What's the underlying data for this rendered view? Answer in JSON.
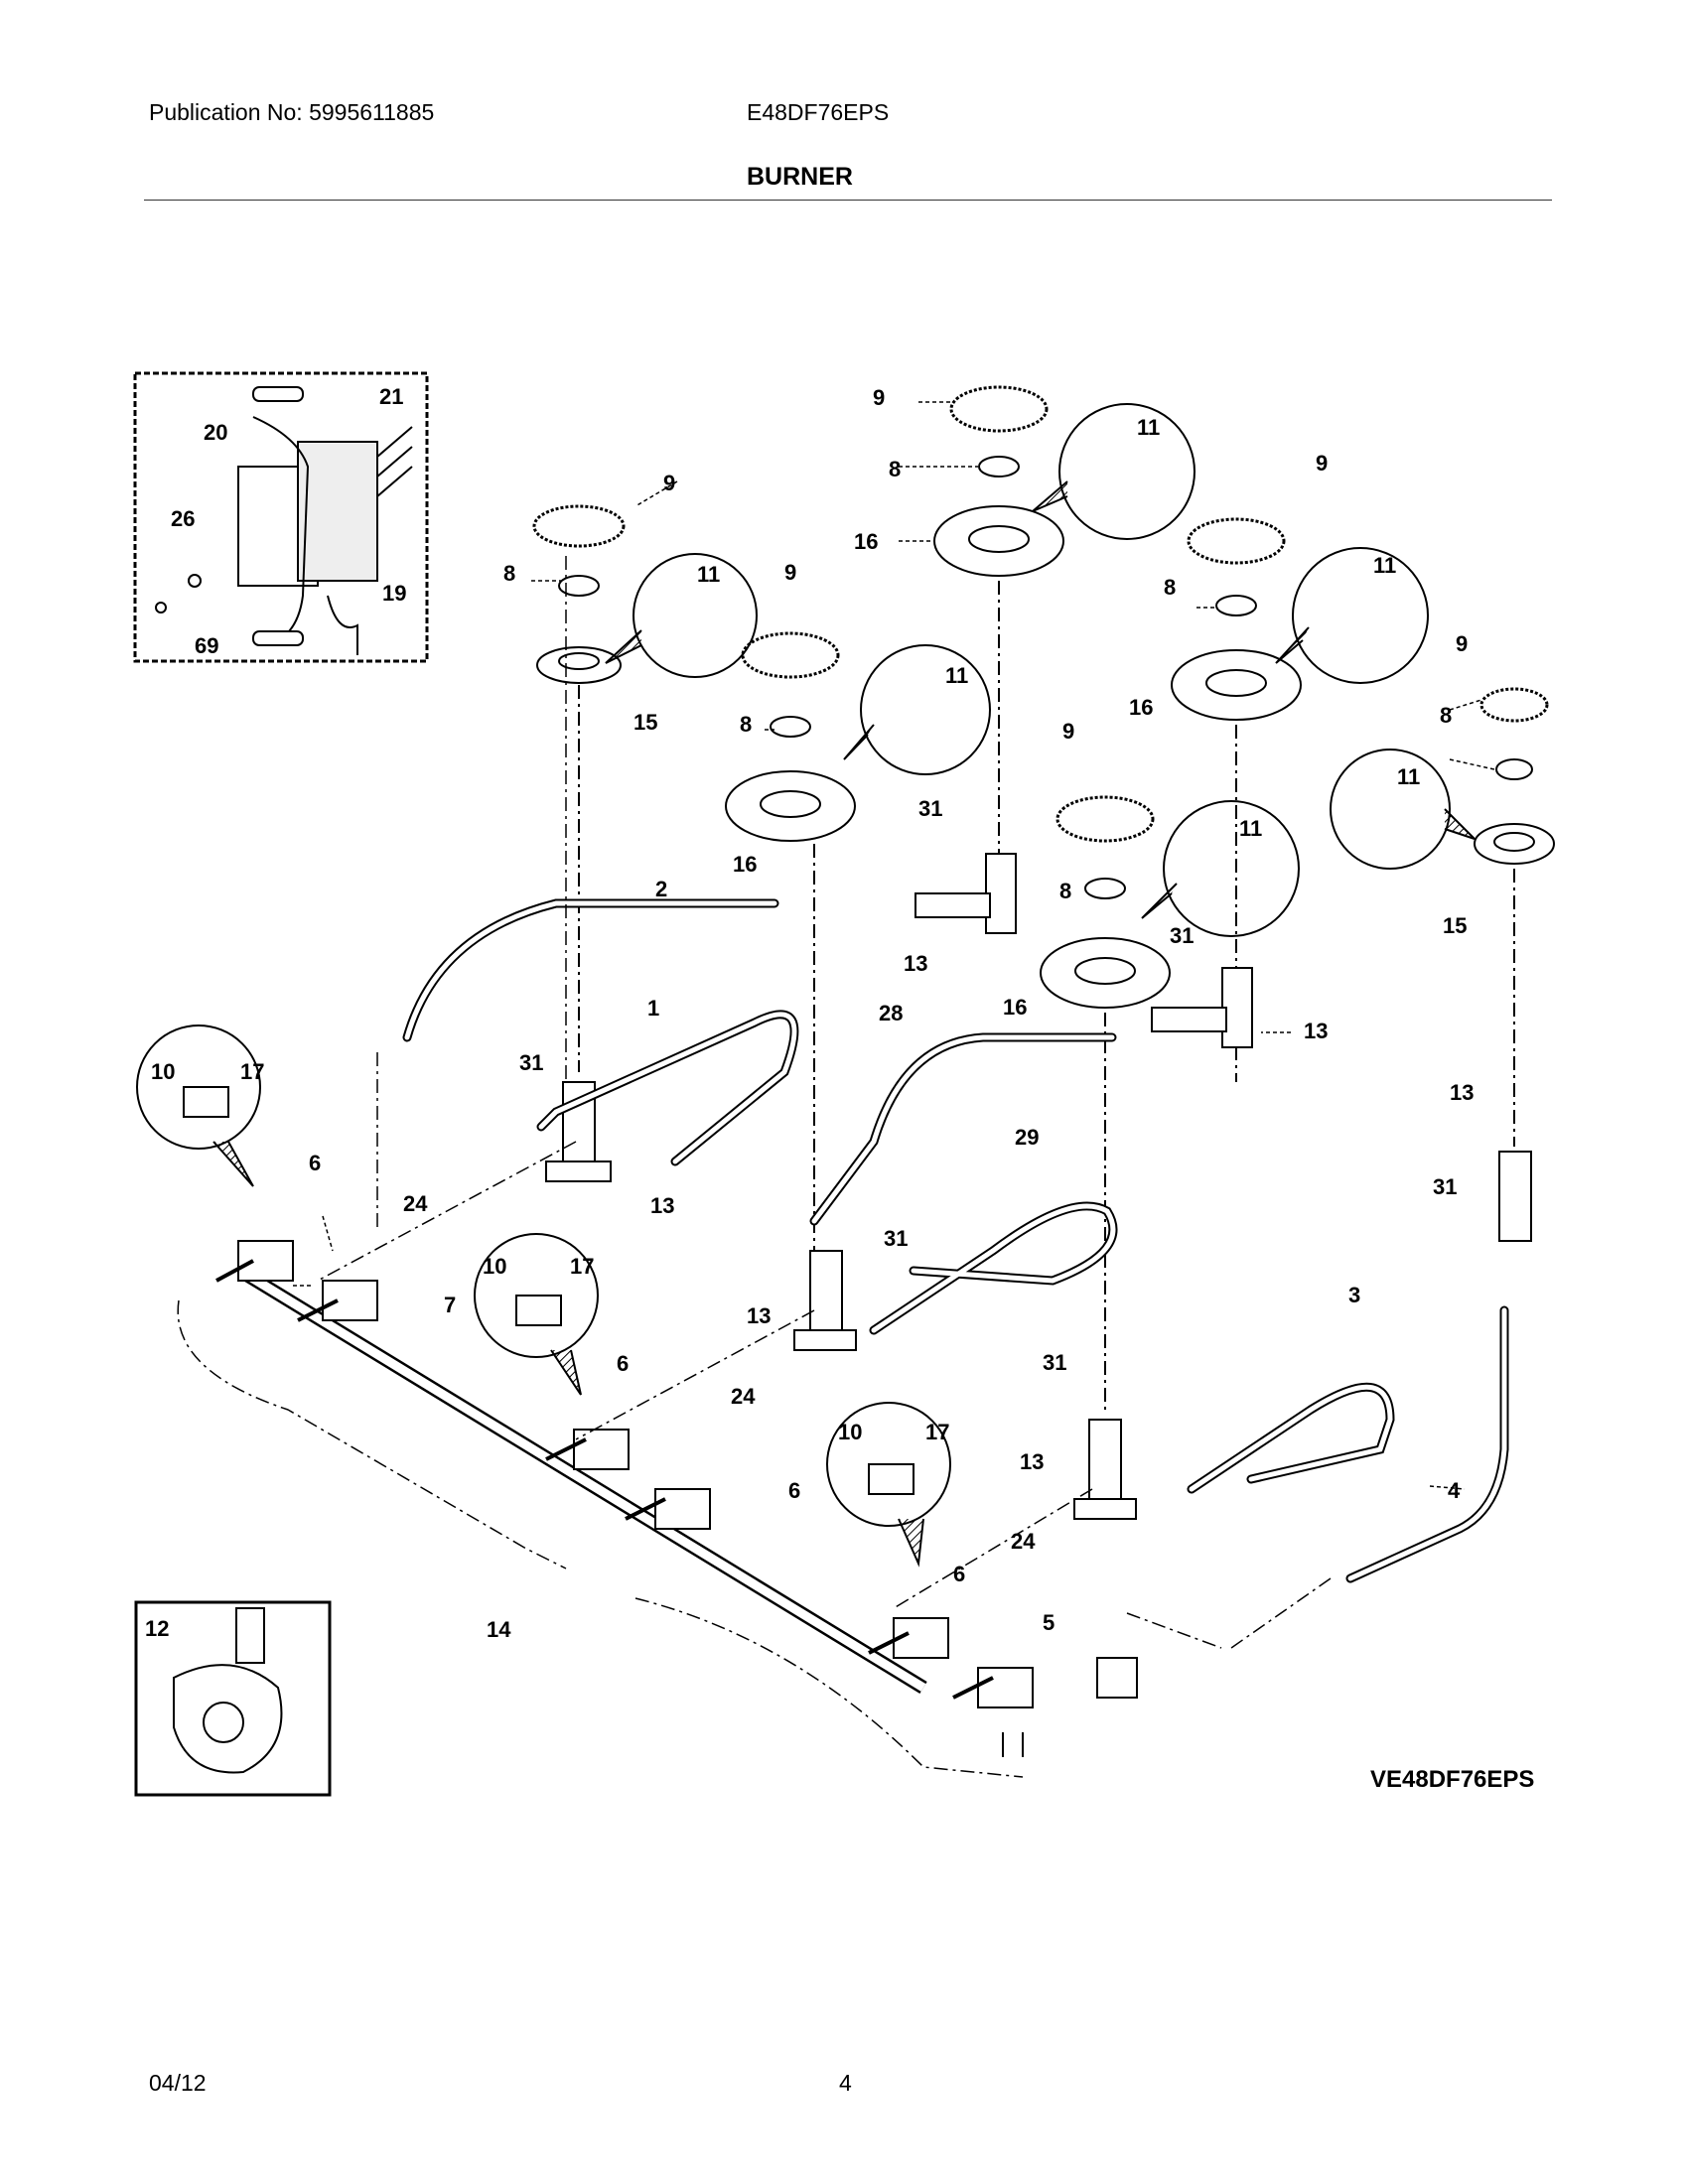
{
  "header": {
    "publication": "Publication No: 5995611885",
    "model": "E48DF76EPS",
    "section_title": "BURNER"
  },
  "diagram": {
    "code": "VE48DF76EPS",
    "callouts": {
      "c21": "21",
      "c20": "20",
      "c26": "26",
      "c19": "19",
      "c69": "69",
      "c9a": "9",
      "c8a": "8",
      "c11a": "11",
      "c15a": "15",
      "c9b": "9",
      "c8b": "8",
      "c11b": "11",
      "c16b": "16",
      "c9c": "9",
      "c8c": "8",
      "c11c": "11",
      "c16c": "16",
      "c9d": "9",
      "c8d": "8",
      "c11d": "11",
      "c16d": "16",
      "c9e": "9",
      "c8e": "8",
      "c11e": "11",
      "c16e": "16",
      "c9f": "9",
      "c8f": "8",
      "c11f": "11",
      "c15f": "15",
      "c31a": "31",
      "c13a": "13",
      "c31b": "31",
      "c13b": "13",
      "c31c": "31",
      "c13c": "13",
      "c31d": "31",
      "c13d": "13",
      "c31e": "31",
      "c13e": "13",
      "c31f": "31",
      "c13f": "13",
      "c2": "2",
      "c1": "1",
      "c28": "28",
      "c29": "29",
      "c3": "3",
      "c4": "4",
      "c10a": "10",
      "c17a": "17",
      "c10b": "10",
      "c17b": "17",
      "c10c": "10",
      "c17c": "17",
      "c6a": "6",
      "c6b": "6",
      "c6c": "6",
      "c6d": "6",
      "c7": "7",
      "c24a": "24",
      "c24b": "24",
      "c24c": "24",
      "c5": "5",
      "c14": "14",
      "c12": "12"
    }
  },
  "footer": {
    "date": "04/12",
    "page": "4"
  }
}
